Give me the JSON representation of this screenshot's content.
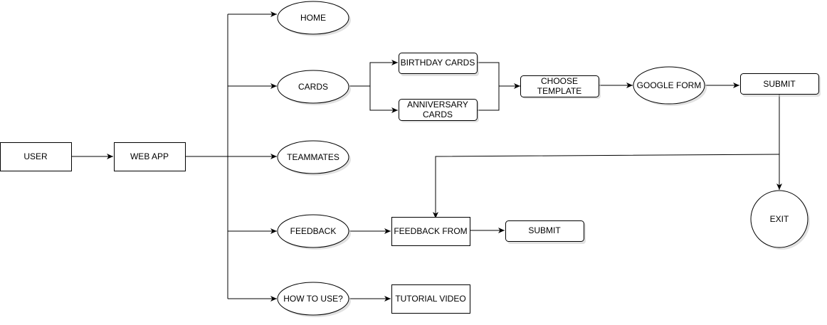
{
  "nodes": {
    "user": "USER",
    "web_app": "WEB APP",
    "home": "HOME",
    "cards": "CARDS",
    "teammates": "TEAMMATES",
    "feedback": "FEEDBACK",
    "how_to_use": "HOW TO USE?",
    "birthday_cards": "BIRTHDAY CARDS",
    "anniversary_cards_line1": "ANNIVERSARY",
    "anniversary_cards_line2": "CARDS",
    "choose_template_line1": "CHOOSE",
    "choose_template_line2": "TEMPLATE",
    "google_form": "GOOGLE FORM",
    "submit_cards": "SUBMIT",
    "exit": "EXIT",
    "feedback_form": "FEEDBACK FROM",
    "submit_feedback": "SUBMIT",
    "tutorial_video": "TUTORIAL VIDEO"
  }
}
